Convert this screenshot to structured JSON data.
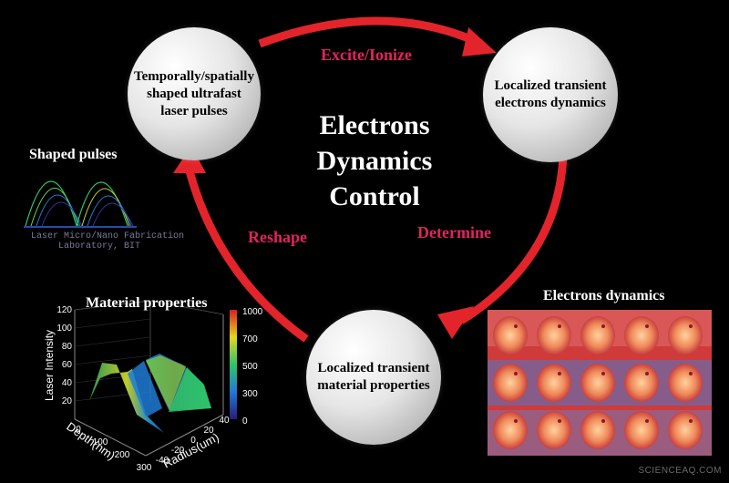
{
  "nodes": {
    "top_left": "Temporally/spatially shaped ultrafast laser pulses",
    "top_right": "Localized transient electrons dynamics",
    "bottom": "Localized transient material properties"
  },
  "center_title": {
    "line1": "Electrons",
    "line2": "Dynamics",
    "line3": "Control"
  },
  "arrow_labels": {
    "excite": "Excite/Ionize",
    "determine": "Determine",
    "reshape": "Reshape"
  },
  "panels": {
    "shaped_pulses": "Shaped pulses",
    "material_properties": "Material properties",
    "electrons_dynamics": "Electrons dynamics"
  },
  "watermark": {
    "line1": "Laser Micro/Nano Fabrication",
    "line2": "Laboratory, BIT"
  },
  "plot3d": {
    "z_label": "Laser Intensity",
    "x_label": "Depth(nm)",
    "y_label": "Radius(um)",
    "z_ticks": [
      "120",
      "100",
      "80",
      "60",
      "40",
      "20"
    ],
    "x_ticks": [
      "0",
      "100",
      "200",
      "300"
    ],
    "y_ticks": [
      "-40",
      "-20",
      "0",
      "20",
      "40"
    ],
    "colorbar_ticks": [
      "1000",
      "700",
      "500",
      "300",
      "0"
    ]
  },
  "credit": "SCIENCEAQ.COM",
  "colors": {
    "arrow": "#e3242b",
    "label": "#e0245e",
    "background": "#000000"
  }
}
